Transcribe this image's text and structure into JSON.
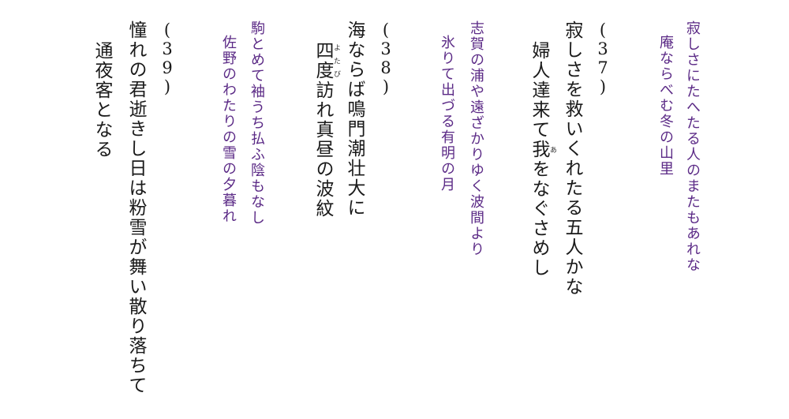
{
  "honka_37": {
    "line1": "寂しさにたへたる人のまたもあれな",
    "line2": "庵ならべむ冬の山里"
  },
  "poem_37": {
    "number": "(37)",
    "line1": "寂しさを救いくれたる五人かな",
    "line2_pre": "婦人達来て",
    "line2_ruby_base": "我",
    "line2_ruby_text": "あ",
    "line2_post": "をなぐさめし"
  },
  "honka_38": {
    "line1": "志賀の浦や遠ざかりゆく波間より",
    "line2": "氷りて出づる有明の月"
  },
  "poem_38": {
    "number": "(38)",
    "line1": "海ならば鳴門潮壮大に",
    "line2_ruby_base": "四度",
    "line2_ruby_text": "よたび",
    "line2_post": "訪れ真昼の波紋"
  },
  "honka_39": {
    "line1": "駒とめて袖うち払ふ陰もなし",
    "line2": "佐野のわたりの雪の夕暮れ"
  },
  "poem_39": {
    "number": "(39)",
    "line1": "憧れの君逝きし日は粉雪が舞い散り落ちて",
    "line2": "通夜客となる"
  }
}
